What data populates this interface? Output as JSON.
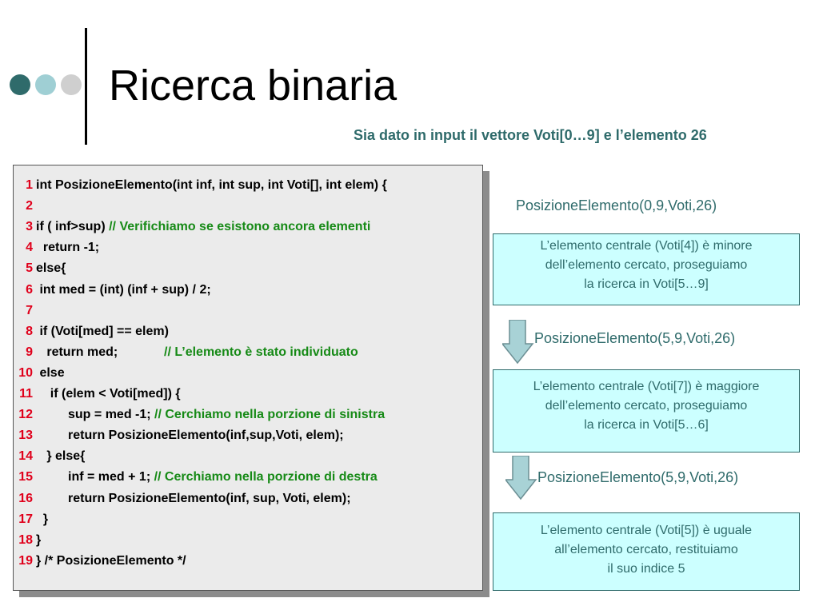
{
  "slide": {
    "title": "Ricerca binaria",
    "subtitle": "Sia dato in input il vettore Voti[0…9] e l’elemento 26"
  },
  "code": {
    "lines": [
      {
        "n": "1",
        "text": "int PosizioneElemento(int inf, int sup, int Voti[], int elem) {",
        "comment": ""
      },
      {
        "n": "2",
        "text": "",
        "comment": ""
      },
      {
        "n": "3",
        "text": "if ( inf>sup) ",
        "comment": "// Verifichiamo se esistono ancora elementi"
      },
      {
        "n": "4",
        "text": "  return -1;",
        "comment": ""
      },
      {
        "n": "5",
        "text": "else{",
        "comment": ""
      },
      {
        "n": "6",
        "text": " int med = (int) (inf + sup) / 2;",
        "comment": ""
      },
      {
        "n": "7",
        "text": "",
        "comment": ""
      },
      {
        "n": "8",
        "text": " if (Voti[med] == elem)",
        "comment": ""
      },
      {
        "n": "9",
        "text": "   return med;             ",
        "comment": "// L’elemento è stato individuato"
      },
      {
        "n": "10",
        "text": " else",
        "comment": ""
      },
      {
        "n": "11",
        "text": "    if (elem < Voti[med]) {",
        "comment": ""
      },
      {
        "n": "12",
        "text": "         sup = med -1; ",
        "comment": "// Cerchiamo nella porzione di sinistra"
      },
      {
        "n": "13",
        "text": "         return PosizioneElemento(inf,sup,Voti, elem);",
        "comment": ""
      },
      {
        "n": "14",
        "text": "   } else{",
        "comment": ""
      },
      {
        "n": "15",
        "text": "         inf = med + 1; ",
        "comment": "// Cerchiamo nella porzione di destra"
      },
      {
        "n": "16",
        "text": "         return PosizioneElemento(inf, sup, Voti, elem);",
        "comment": ""
      },
      {
        "n": "17",
        "text": "  }",
        "comment": ""
      },
      {
        "n": "18",
        "text": "}",
        "comment": ""
      },
      {
        "n": "19",
        "text": "} /* PosizioneElemento */",
        "comment": ""
      }
    ]
  },
  "trace": {
    "call1": "PosizioneElemento(0,9,Voti,26)",
    "box1": [
      "L’elemento centrale (Voti[4]) è minore",
      "dell’elemento cercato, proseguiamo",
      "la ricerca in Voti[5…9]"
    ],
    "call2": "PosizioneElemento(5,9,Voti,26)",
    "box2": [
      "L’elemento centrale (Voti[7]) è maggiore",
      "dell’elemento cercato, proseguiamo",
      "la ricerca in Voti[5…6]"
    ],
    "call3": "PosizioneElemento(5,9,Voti,26)",
    "box3": [
      "L’elemento centrale (Voti[5]) è uguale",
      "all’elemento cercato, restituiamo",
      "il suo indice 5"
    ]
  },
  "colors": {
    "accent": "#2f6b6b",
    "line_number": "#e0001b",
    "comment": "#168a16",
    "info_box": "#ccffff",
    "arrow": "#a8d2d6"
  }
}
